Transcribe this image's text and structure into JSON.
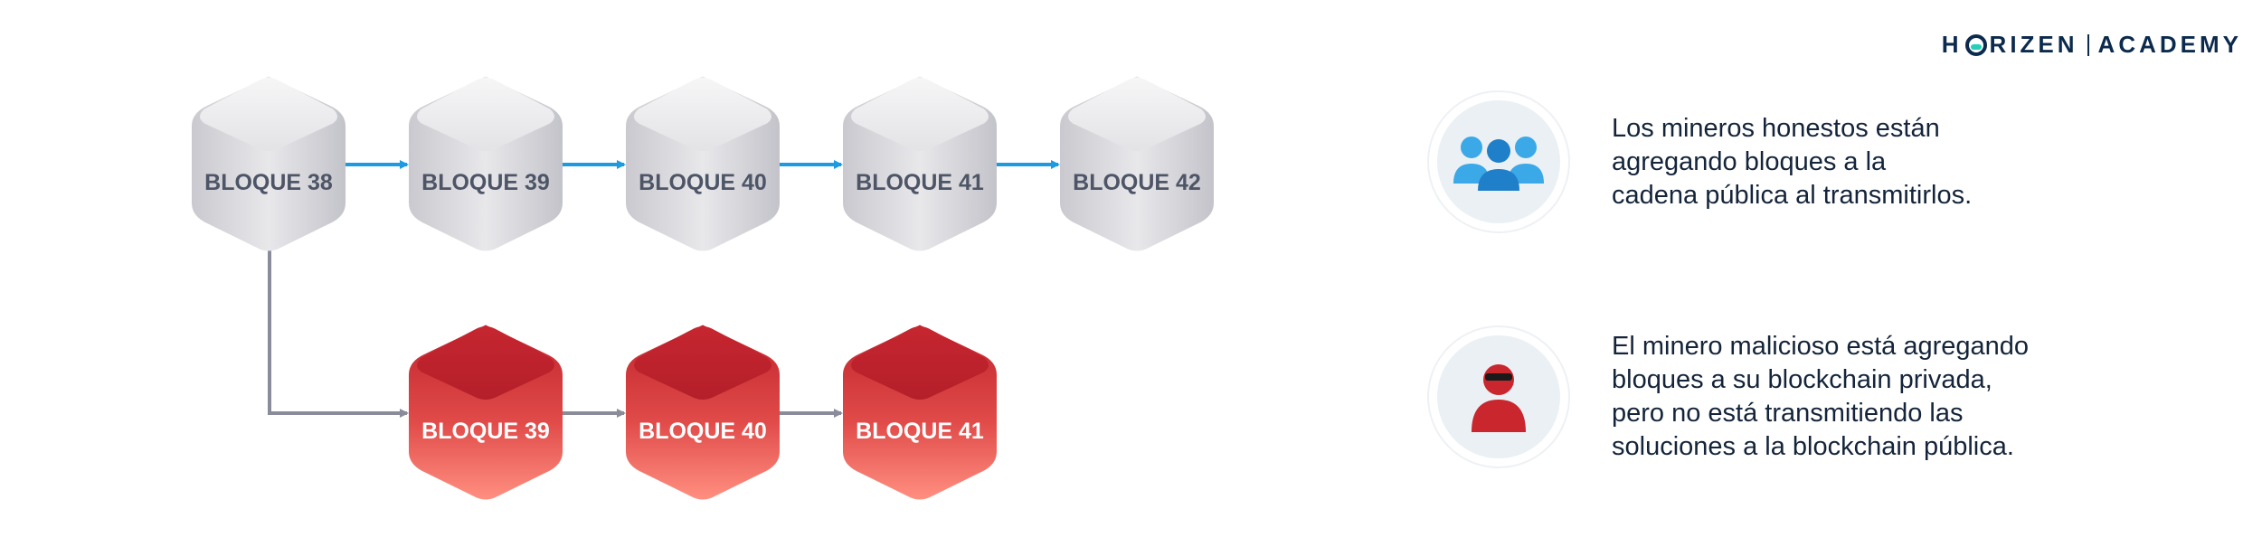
{
  "brand": {
    "logo_text": "HORIZEN | ACADEMY"
  },
  "colors": {
    "public_chain_arrow": "#1e9be0",
    "fork_arrow": "#8a8c9b",
    "public_block": "#d9d9de",
    "public_block_label": "#4d5566",
    "private_block": "#c9262e",
    "private_block_label": "#ffffff"
  },
  "diagram": {
    "public_chain": [
      {
        "label": "BLOQUE 38"
      },
      {
        "label": "BLOQUE 39"
      },
      {
        "label": "BLOQUE 40"
      },
      {
        "label": "BLOQUE 41"
      },
      {
        "label": "BLOQUE 42"
      }
    ],
    "private_chain": [
      {
        "label": "BLOQUE 39"
      },
      {
        "label": "BLOQUE 40"
      },
      {
        "label": "BLOQUE 41"
      }
    ]
  },
  "legend": {
    "honest": {
      "icon": "group-of-people-icon",
      "lines": [
        "Los mineros honestos están",
        "agregando bloques a la",
        "cadena pública al transmitirlos."
      ]
    },
    "malicious": {
      "icon": "masked-miner-icon",
      "lines": [
        "El minero malicioso está agregando",
        "bloques a su blockchain privada,",
        "pero no está transmitiendo las",
        "soluciones a la blockchain pública."
      ]
    }
  }
}
